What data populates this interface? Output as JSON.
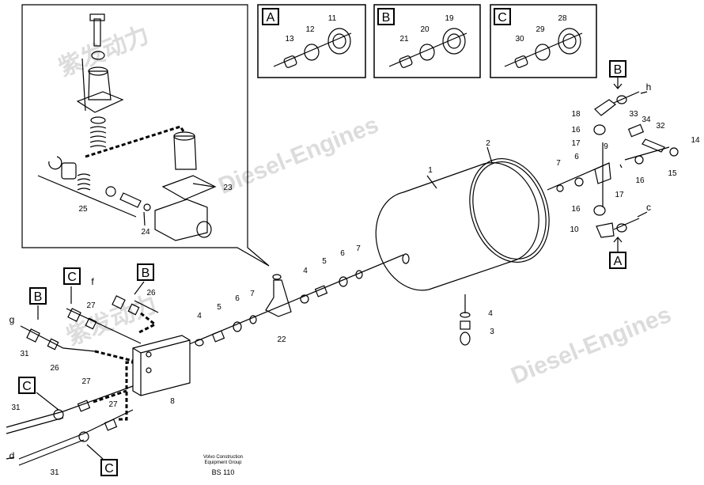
{
  "watermark": {
    "cn": "紫发动力",
    "en": "Diesel-Engines"
  },
  "credit": {
    "line1": "Volvo Construction",
    "line2": "Equipment Group",
    "code": "BS 110"
  },
  "insets": [
    {
      "letter": "A",
      "parts": [
        "13",
        "12",
        "11"
      ]
    },
    {
      "letter": "B",
      "parts": [
        "21",
        "20",
        "19"
      ]
    },
    {
      "letter": "C",
      "parts": [
        "30",
        "29",
        "28"
      ]
    }
  ],
  "callouts": {
    "c1": "1",
    "c2": "2",
    "c3": "3",
    "c4a": "4",
    "c4b": "4",
    "c4c": "4",
    "c5a": "5",
    "c5b": "5",
    "c6a": "6",
    "c6b": "6",
    "c6c": "6",
    "c7a": "7",
    "c7b": "7",
    "c7c": "7",
    "c8": "8",
    "c9": "9",
    "c10": "10",
    "c14": "14",
    "c15": "15",
    "c16a": "16",
    "c16b": "16",
    "c16c": "16",
    "c17a": "17",
    "c17b": "17",
    "c18": "18",
    "c22": "22",
    "c23": "23",
    "c24": "24",
    "c25": "25",
    "c26a": "26",
    "c26b": "26",
    "c27a": "27",
    "c27b": "27",
    "c27c": "27",
    "c31a": "31",
    "c31b": "31",
    "c31c": "31",
    "c32": "32",
    "c33": "33",
    "c34": "34"
  },
  "line_refs": {
    "h": "h",
    "c": "c",
    "f": "f",
    "g": "g",
    "d": "d"
  },
  "ref_boxes": {
    "rb_B1": "B",
    "rb_A1": "A",
    "rb_C1": "C",
    "rb_B2": "B",
    "rb_B3": "B",
    "rb_C2": "C",
    "rb_C3": "C"
  }
}
